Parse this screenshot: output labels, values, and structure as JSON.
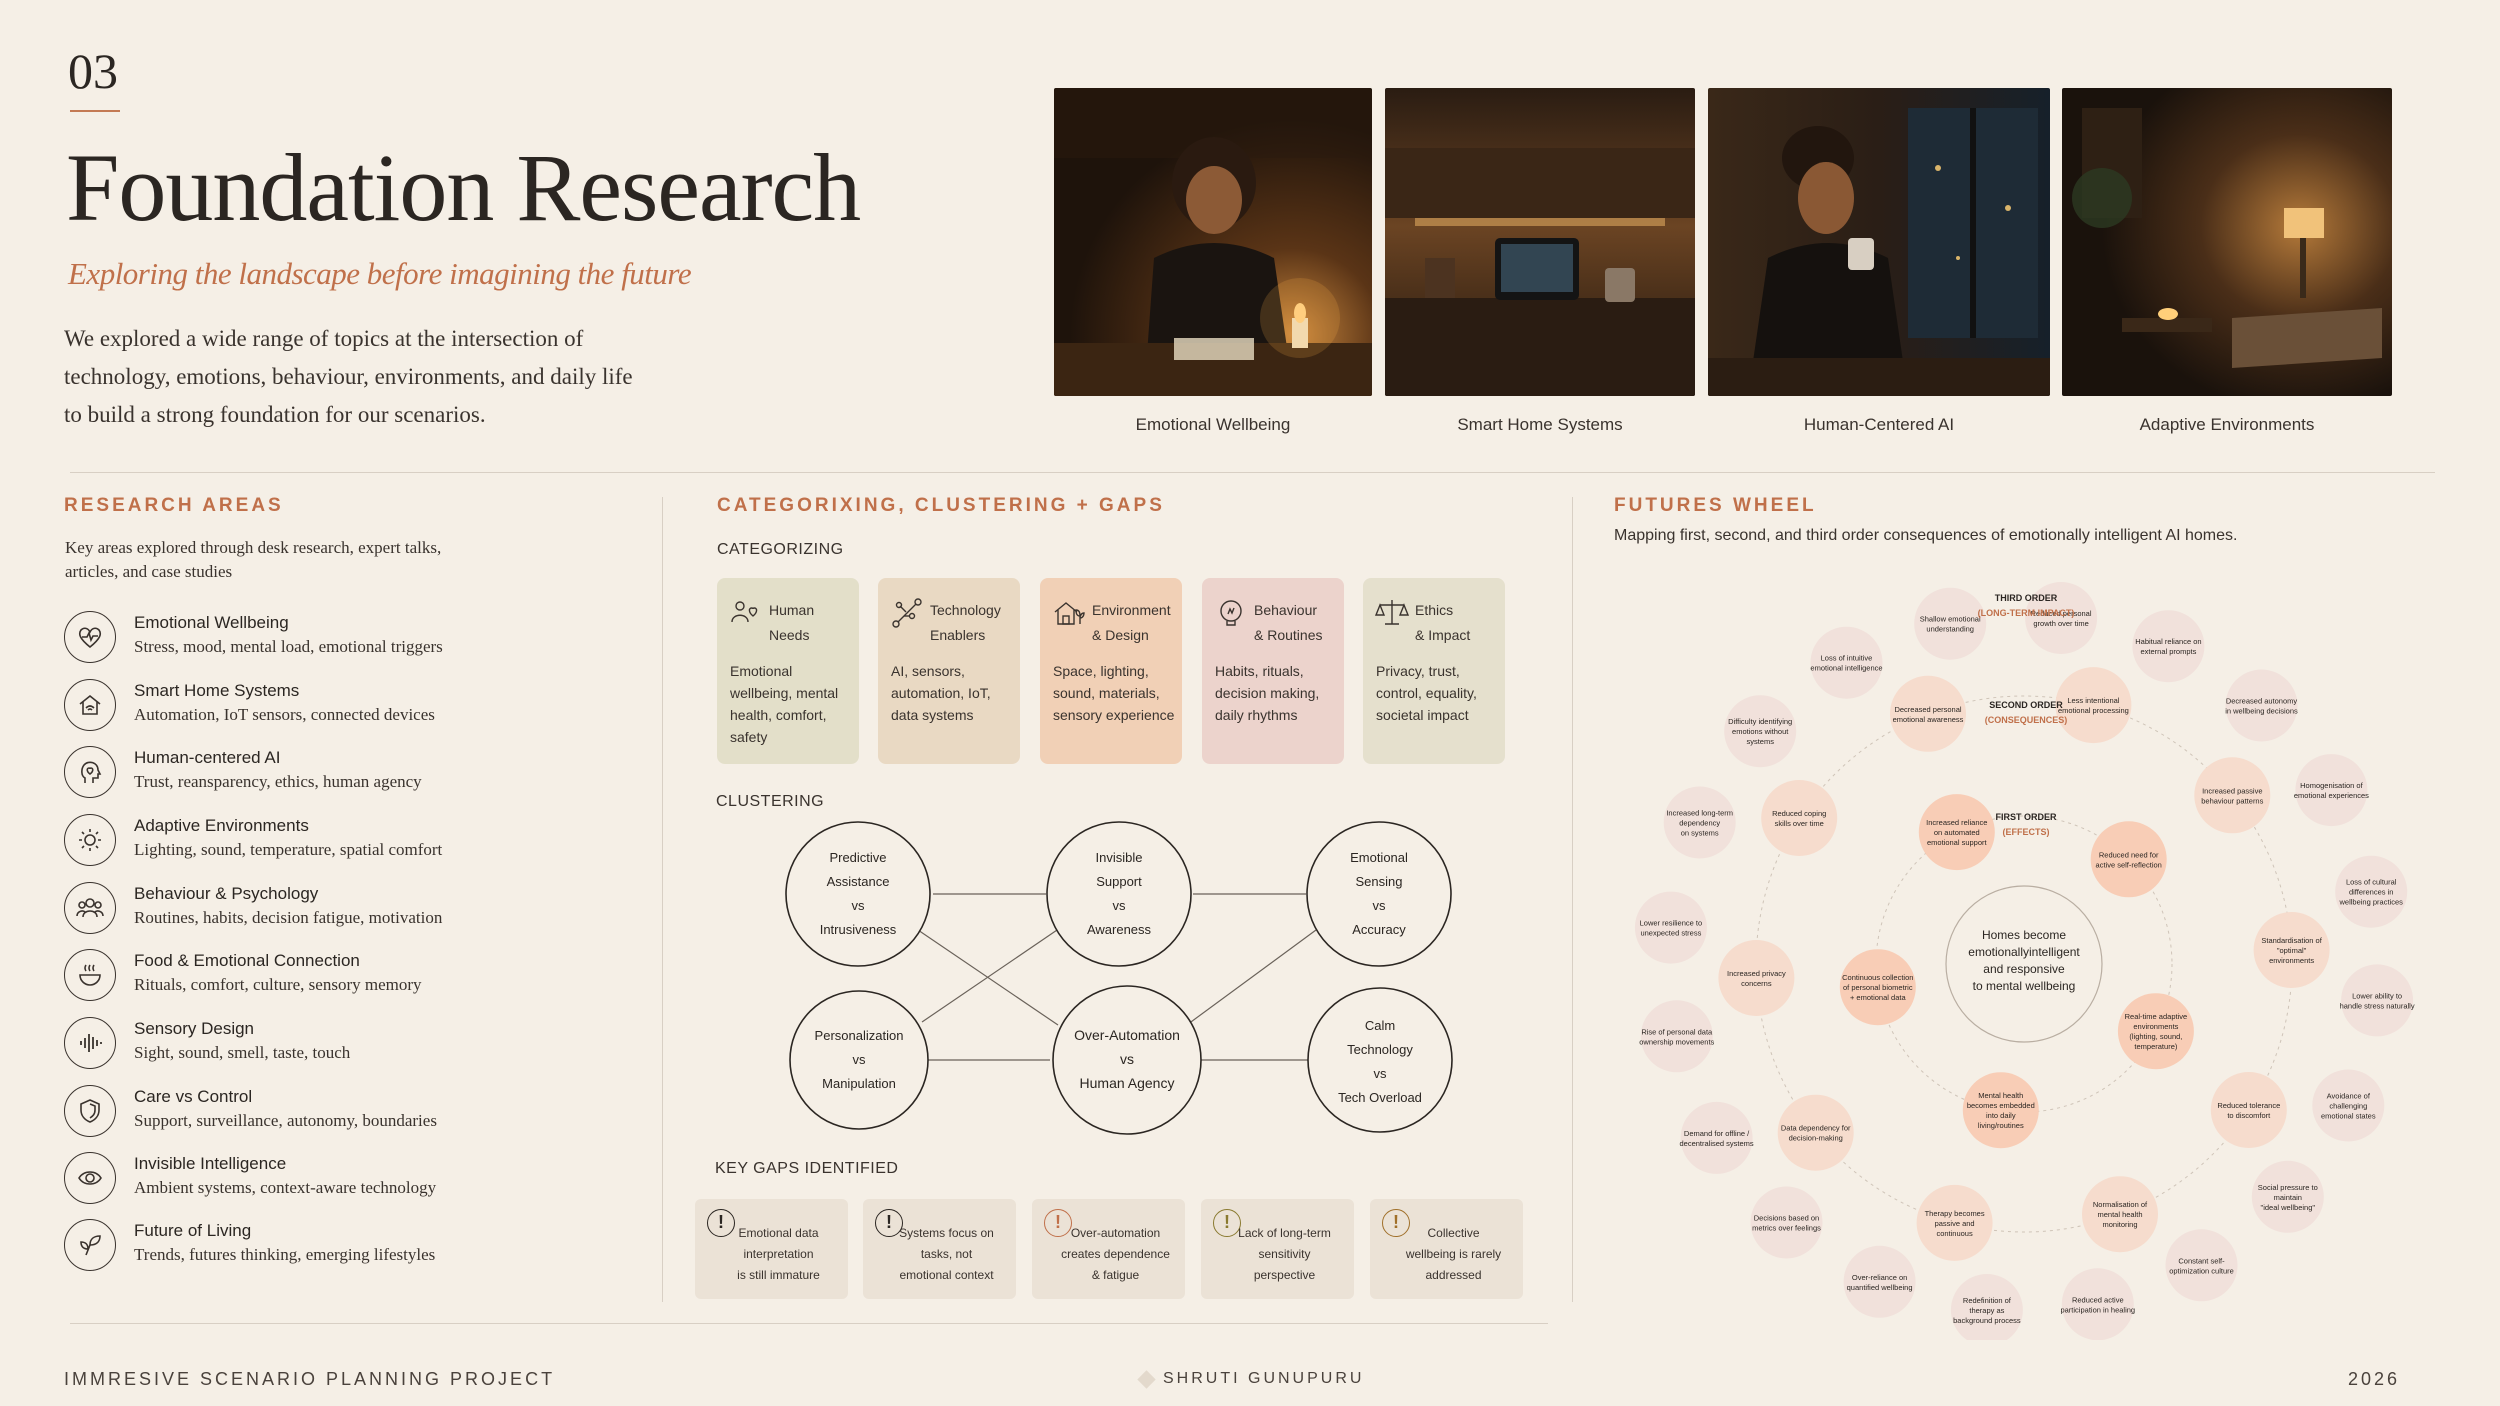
{
  "header": {
    "page_number": "03",
    "title": "Foundation Research",
    "subtitle": "Exploring the landscape before imagining the future",
    "intro": "We explored a wide range of topics at the intersection of technology, emotions, behaviour, environments, and daily life to build a strong foundation for our scenarios."
  },
  "photos": [
    {
      "caption": "Emotional Wellbeing",
      "icon": "woman-writing-candle-photo"
    },
    {
      "caption": "Smart Home Systems",
      "icon": "kitchen-tablet-photo"
    },
    {
      "caption": "Human-Centered AI",
      "icon": "woman-window-mug-photo"
    },
    {
      "caption": "Adaptive Environments",
      "icon": "living-room-lamp-photo"
    }
  ],
  "research_areas": {
    "title": "RESEARCH AREAS",
    "intro": "Key areas explored through desk research, expert talks, articles, and case studies",
    "items": [
      {
        "title": "Emotional Wellbeing",
        "desc": "Stress, mood, mental load, emotional triggers",
        "icon": "heart-pulse-icon"
      },
      {
        "title": "Smart Home Systems",
        "desc": "Automation, IoT sensors, connected devices",
        "icon": "smart-home-icon"
      },
      {
        "title": "Human-centered AI",
        "desc": "Trust, reansparency, ethics, human agency",
        "icon": "head-heart-icon"
      },
      {
        "title": "Adaptive Environments",
        "desc": "Lighting, sound, temperature, spatial comfort",
        "icon": "sun-icon"
      },
      {
        "title": "Behaviour & Psychology",
        "desc": "Routines, habits, decision fatigue, motivation",
        "icon": "people-icon"
      },
      {
        "title": "Food & Emotional Connection",
        "desc": "Rituals, comfort, culture, sensory memory",
        "icon": "bowl-icon"
      },
      {
        "title": "Sensory Design",
        "desc": "Sight, sound, smell, taste, touch",
        "icon": "sound-wave-icon"
      },
      {
        "title": "Care vs Control",
        "desc": "Support, surveillance, autonomy, boundaries",
        "icon": "shield-icon"
      },
      {
        "title": "Invisible Intelligence",
        "desc": "Ambient systems, context-aware technology",
        "icon": "eye-icon"
      },
      {
        "title": "Future of Living",
        "desc": "Trends, futures thinking, emerging lifestyles",
        "icon": "sprout-icon"
      }
    ]
  },
  "categorizing": {
    "title": "CATEGORIXING, CLUSTERING + GAPS",
    "heading": "CATEGORIZING",
    "cards": [
      {
        "title1": "Human",
        "title2": "Needs",
        "desc": "Emotional wellbeing, mental health, comfort, safety",
        "color": "#e3dfc9",
        "icon": "people-heart-icon"
      },
      {
        "title1": "Technology",
        "title2": "Enablers",
        "desc": "AI, sensors, automation, IoT, data systems",
        "color": "#e9d9c3",
        "icon": "circuit-icon"
      },
      {
        "title1": "Environment",
        "title2": "& Design",
        "desc": "Space, lighting, sound, materials, sensory experience",
        "color": "#f1d0b6",
        "icon": "house-plant-icon"
      },
      {
        "title1": "Behaviour",
        "title2": "& Routines",
        "desc": "Habits, rituals, decision making, daily rhythms",
        "color": "#ecd3cc",
        "icon": "bulb-icon"
      },
      {
        "title1": "Ethics",
        "title2": "& Impact",
        "desc": "Privacy, trust, control, equality, societal impact",
        "color": "#e5e0cd",
        "icon": "scales-icon"
      }
    ]
  },
  "clustering": {
    "heading": "CLUSTERING",
    "nodes": [
      {
        "lines": [
          "Predictive",
          "Assistance",
          "vs",
          "Intrusiveness"
        ]
      },
      {
        "lines": [
          "Invisible",
          "Support",
          "vs",
          "Awareness"
        ]
      },
      {
        "lines": [
          "Emotional",
          "Sensing",
          "vs",
          "Accuracy"
        ]
      },
      {
        "lines": [
          "Personalization",
          "vs",
          "Manipulation"
        ]
      },
      {
        "lines": [
          "Over-Automation",
          "vs",
          "Human Agency"
        ]
      },
      {
        "lines": [
          "Calm",
          "Technology",
          "vs",
          "Tech Overload"
        ]
      }
    ]
  },
  "gaps": {
    "heading": "KEY GAPS IDENTIFIED",
    "items": [
      {
        "lines": [
          "Emotional data",
          "interpretation",
          "is still immature"
        ],
        "color": "#2b2622"
      },
      {
        "lines": [
          "Systems focus on",
          "tasks, not",
          "emotional context"
        ],
        "color": "#2b2622"
      },
      {
        "lines": [
          "Over-automation",
          "creates dependence",
          "& fatigue"
        ],
        "color": "#c0704a"
      },
      {
        "lines": [
          "Lack of long-term",
          "sensitivity",
          "perspective"
        ],
        "color": "#8a7a30"
      },
      {
        "lines": [
          "Collective",
          "wellbeing is rarely",
          "addressed"
        ],
        "color": "#a0702a"
      }
    ]
  },
  "futures_wheel": {
    "title": "FUTURES WHEEL",
    "subtitle": "Mapping first, second, and third order consequences of emotionally intelligent AI homes.",
    "center": [
      "Homes become",
      "emotionallyintelligent",
      "and responsive",
      "to mental wellbeing"
    ],
    "first_order_label": "FIRST ORDER",
    "first_order_sub": "(EFFECTS)",
    "second_order_label": "SECOND ORDER",
    "second_order_sub": "(CONSEQUENCES)",
    "third_order_label": "THIRD ORDER",
    "third_order_sub": "(LONG-TERM IMPACT)",
    "first_order": [
      [
        "Reduced need for",
        "active self-reflection"
      ],
      [
        "Real-time adaptive",
        "environments",
        "(lighting, sound,",
        "temperature)"
      ],
      [
        "Mental health",
        "becomes embedded",
        "into daily",
        "living/routines"
      ],
      [
        "Continuous collection",
        "of personal biometric",
        "+ emotional data"
      ],
      [
        "Increased reliance",
        "on automated",
        "emotional support"
      ]
    ],
    "second_order": [
      [
        "Less intentional",
        "emotional processing"
      ],
      [
        "Increased passive",
        "behaviour patterns"
      ],
      [
        "Standardisation of",
        "\"optimal\"",
        "environments"
      ],
      [
        "Reduced tolerance",
        "to discomfort"
      ],
      [
        "Normalisation of",
        "mental health",
        "monitoring"
      ],
      [
        "Therapy becomes",
        "passive and",
        "continuous"
      ],
      [
        "Data dependency for",
        "decision-making"
      ],
      [
        "Increased privacy",
        "concerns"
      ],
      [
        "Reduced coping",
        "skills over time"
      ],
      [
        "Decreased personal",
        "emotional awareness"
      ]
    ],
    "third_order": [
      [
        "Shallow emotional",
        "understanding"
      ],
      [
        "Reduced personal",
        "growth over time"
      ],
      [
        "Habitual reliance on",
        "external prompts"
      ],
      [
        "Decreased autonomy",
        "in wellbeing decisions"
      ],
      [
        "Homogenisation of",
        "emotional experiences"
      ],
      [
        "Loss of cultural",
        "differences in",
        "wellbeing practices"
      ],
      [
        "Lower ability to",
        "handle stress naturally"
      ],
      [
        "Avoidance of",
        "challenging",
        "emotional states"
      ],
      [
        "Social pressure to",
        "maintain",
        "\"ideal wellbeing\""
      ],
      [
        "Constant self-",
        "optimization culture"
      ],
      [
        "Reduced active",
        "participation in healing"
      ],
      [
        "Redefinition of",
        "therapy as",
        "background process"
      ],
      [
        "Over-reliance on",
        "quantified wellbeing"
      ],
      [
        "Decisions based on",
        "metrics over feelings"
      ],
      [
        "Demand for offline /",
        "decentralised systems"
      ],
      [
        "Rise of personal data",
        "ownership movements"
      ],
      [
        "Lower resilience to",
        "unexpected stress"
      ],
      [
        "Increased long-term",
        "dependency",
        "on systems"
      ],
      [
        "Difficulty identifying",
        "emotions without",
        "systems"
      ],
      [
        "Loss of intuitive",
        "emotional intelligence"
      ]
    ]
  },
  "footer": {
    "project": "IMMRESIVE SCENARIO PLANNING PROJECT",
    "author": "SHRUTI GUNUPURU",
    "year": "2026"
  },
  "colors": {
    "accent": "#c0704a",
    "background": "#f5efe6",
    "text": "#2b2622"
  }
}
